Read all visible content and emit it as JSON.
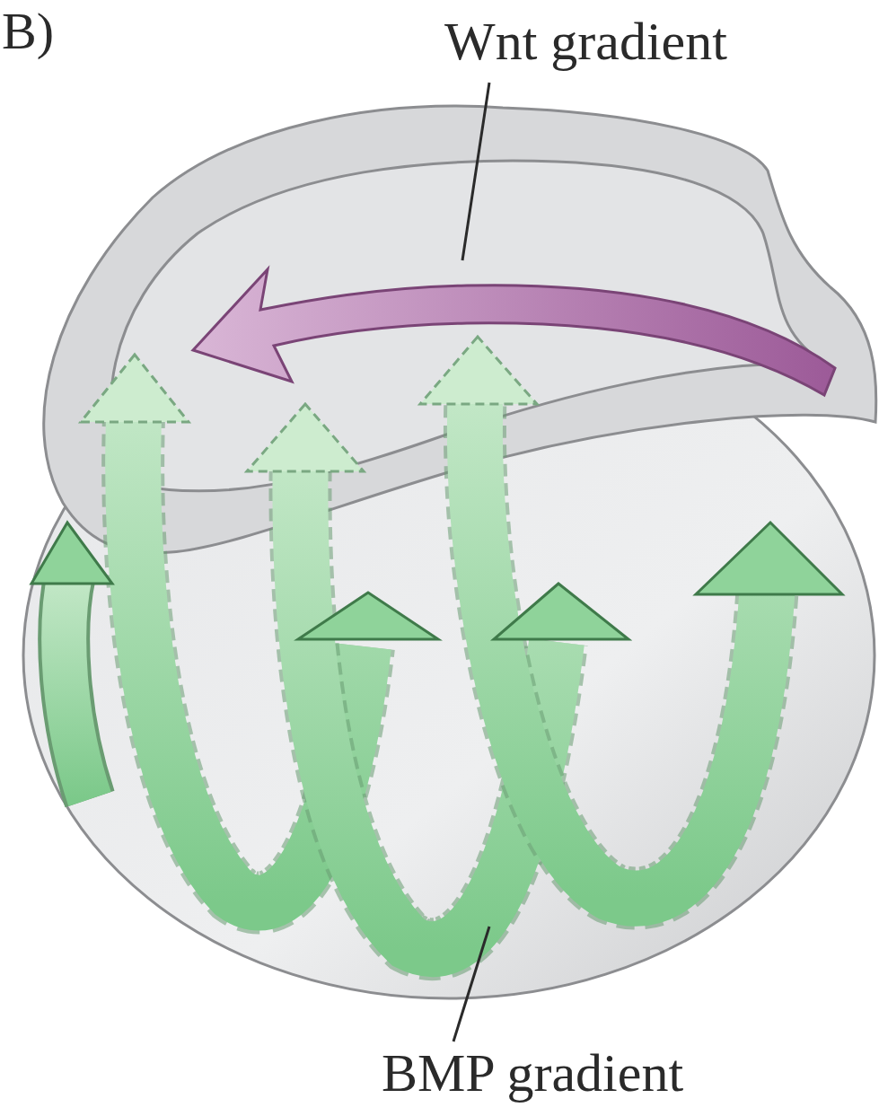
{
  "diagram": {
    "labels": [
      "B)",
      "Wnt gradient",
      "BMP gradient"
    ]
  }
}
